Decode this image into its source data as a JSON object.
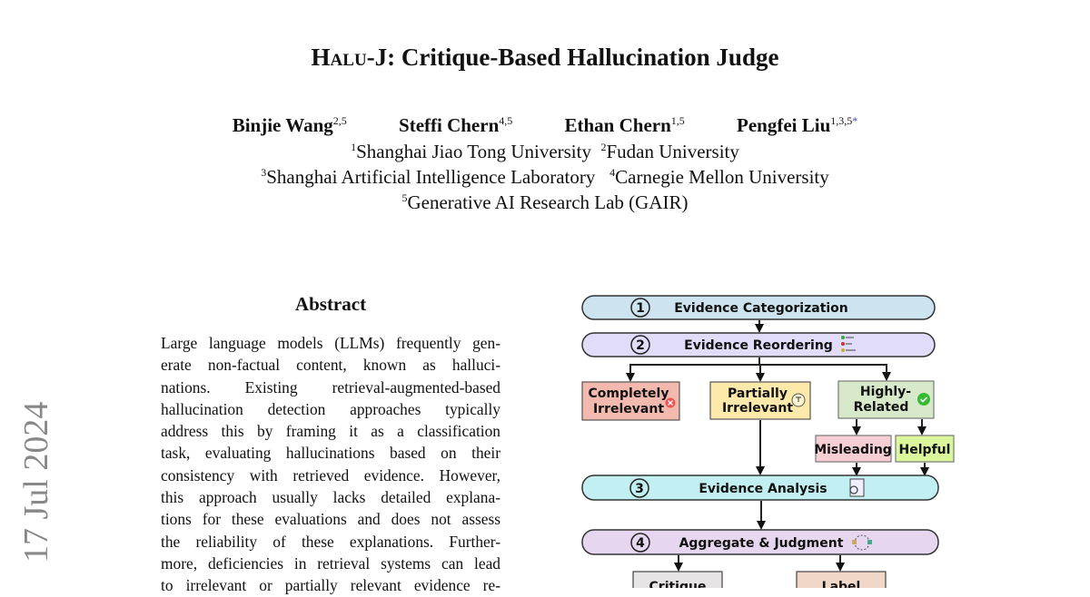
{
  "title": {
    "prefix": "Halu",
    "rest": "-J: Critique-Based Hallucination Judge"
  },
  "authors": [
    {
      "name": "Binjie Wang",
      "sup": "2,5"
    },
    {
      "name": "Steffi Chern",
      "sup": "4,5"
    },
    {
      "name": "Ethan Chern",
      "sup": "1,5"
    },
    {
      "name": "Pengfei Liu",
      "sup": "1,3,5",
      "mark": "*"
    }
  ],
  "affiliations": [
    [
      {
        "sup": "1",
        "name": "Shanghai Jiao Tong University"
      },
      {
        "sup": "2",
        "name": "Fudan University"
      }
    ],
    [
      {
        "sup": "3",
        "name": "Shanghai Artificial Intelligence Laboratory"
      },
      {
        "sup": "4",
        "name": "Carnegie Mellon University"
      }
    ],
    [
      {
        "sup": "5",
        "name": "Generative AI Research Lab (GAIR)"
      }
    ]
  ],
  "side_stamp": "17 Jul 2024",
  "abstract": {
    "heading": "Abstract",
    "lines": [
      "Large language models (LLMs) frequently gen-",
      "erate non-factual content, known as halluci-",
      "nations.  Existing retrieval-augmented-based",
      "hallucination detection approaches typically",
      "address this by framing it as a classification",
      "task, evaluating hallucinations based on their",
      "consistency with retrieved evidence. However,",
      "this approach usually lacks detailed explana-",
      "tions for these evaluations and does not assess",
      "the reliability of these explanations.  Further-",
      "more, deficiencies in retrieval systems can lead",
      "to irrelevant or partially relevant evidence re-"
    ]
  },
  "diagram": {
    "steps": [
      {
        "num": "1",
        "label": "Evidence Categorization",
        "color": "#cde3ef"
      },
      {
        "num": "2",
        "label": "Evidence Reordering",
        "color": "#e1dcfa"
      },
      {
        "num": "3",
        "label": "Evidence Analysis",
        "color": "#c2eff1"
      },
      {
        "num": "4",
        "label": "Aggregate & Judgment",
        "color": "#e7d6ef"
      }
    ],
    "categories": [
      {
        "line1": "Completely",
        "line2": "Irrelevant",
        "color": "#f3b9af"
      },
      {
        "line1": "Partially",
        "line2": "Irrelevant",
        "color": "#fde9aa"
      },
      {
        "line1": "Highly-",
        "line2": "Related",
        "color": "#d7e9c9"
      }
    ],
    "subcategories": [
      {
        "label": "Misleading",
        "color": "#f6ced3"
      },
      {
        "label": "Helpful",
        "color": "#daf79b"
      }
    ],
    "outputs": [
      {
        "label": "Critique",
        "color": "#e6e4e4"
      },
      {
        "label": "Label",
        "color": "#f1d7c7"
      }
    ]
  }
}
